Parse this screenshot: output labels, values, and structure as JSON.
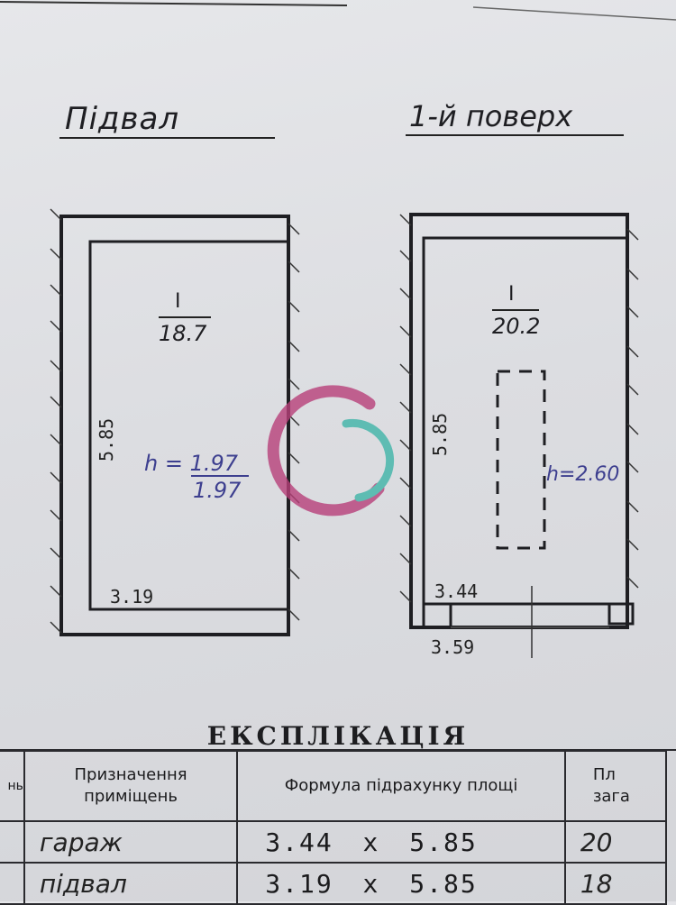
{
  "headings": {
    "basement": "Підвал",
    "first_floor": "1-й поверх"
  },
  "basement_room": {
    "number": "I",
    "area": "18.7",
    "height_label": "h = 1.97",
    "height_denominator": "1.97",
    "length": "5.85",
    "width": "3.19"
  },
  "first_floor_room": {
    "number": "I",
    "area": "20.2",
    "height_label": "h=2.60",
    "length": "5.85",
    "inner_width": "3.44",
    "outer_width": "3.59"
  },
  "explication": {
    "title": "ЕКСПЛІКАЦІЯ",
    "headers": {
      "col0": "нь",
      "col1_line1": "Призначення",
      "col1_line2": "приміщень",
      "col2": "Формула підрахунку площі",
      "col3_line1": "Пл",
      "col3_line2": "зага"
    },
    "rows": [
      {
        "purpose": "гараж",
        "formula_a": "3.44",
        "op": "x",
        "formula_b": "5.85",
        "area": "20"
      },
      {
        "purpose": "підвал",
        "formula_a": "3.19",
        "op": "x",
        "formula_b": "5.85",
        "area": "18"
      }
    ]
  },
  "colors": {
    "ink": "#1e1e22",
    "pen": "#3d3f8f",
    "watermark_magenta": "#b8407a",
    "watermark_teal": "#3fb5a8"
  }
}
